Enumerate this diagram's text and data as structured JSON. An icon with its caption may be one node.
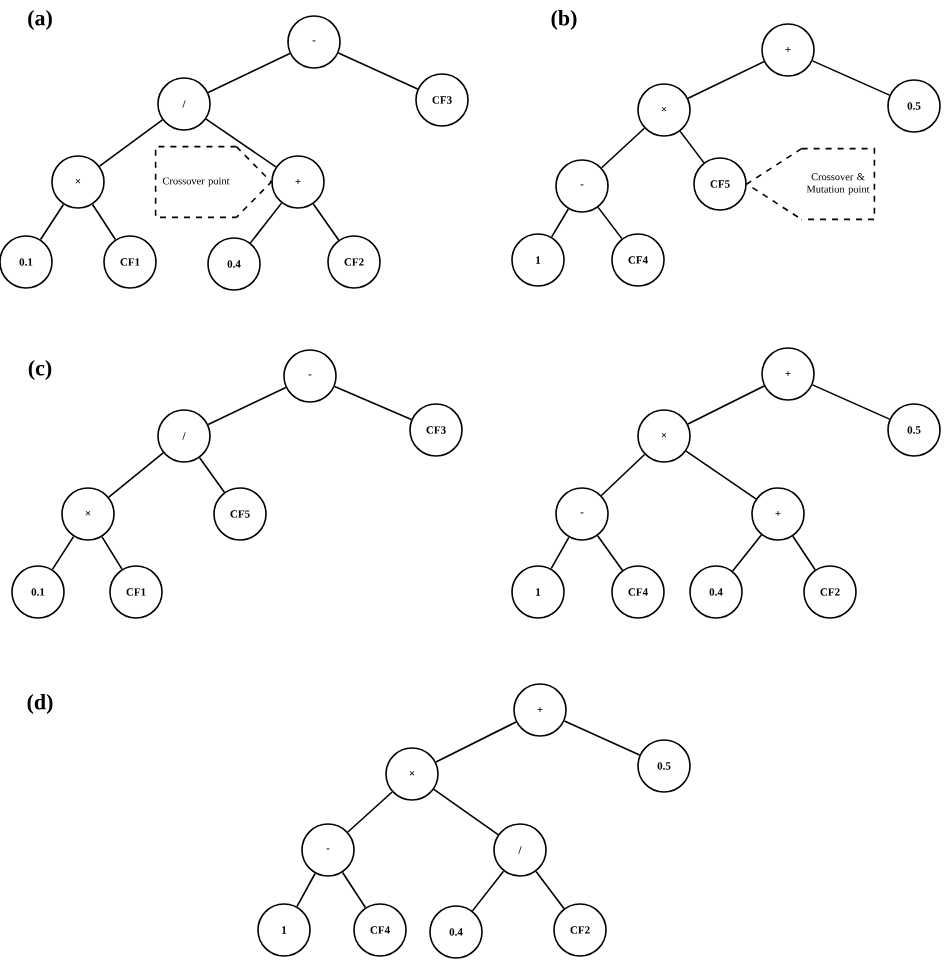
{
  "diagram": {
    "nodes": [
      {
        "text": [
          "-"
        ]
      },
      {
        "text": [
          "/"
        ]
      },
      {
        "text": [
          "CF3"
        ]
      },
      {
        "text": [
          "×"
        ]
      },
      {
        "text": [
          "+"
        ]
      },
      {
        "text": [
          "0.1"
        ]
      },
      {
        "text": [
          "CF1"
        ]
      },
      {
        "text": [
          "0.4"
        ]
      },
      {
        "text": [
          "CF2"
        ]
      },
      {
        "text": [
          "Crossover point"
        ]
      },
      {
        "text": [
          "+"
        ]
      },
      {
        "text": [
          "×"
        ]
      },
      {
        "text": [
          "0.5"
        ]
      },
      {
        "text": [
          "-"
        ]
      },
      {
        "text": [
          "CF5"
        ]
      },
      {
        "text": [
          "1"
        ]
      },
      {
        "text": [
          "CF4"
        ]
      },
      {
        "text": [
          "Crossover & Mutation point"
        ]
      },
      {
        "text": [
          "-"
        ]
      },
      {
        "text": [
          "/"
        ]
      },
      {
        "text": [
          "CF3"
        ]
      },
      {
        "text": [
          "×"
        ]
      },
      {
        "text": [
          "CF5"
        ]
      },
      {
        "text": [
          "0.1"
        ]
      },
      {
        "text": [
          "CF1"
        ]
      },
      {
        "text": [
          "+"
        ]
      },
      {
        "text": [
          "×"
        ]
      },
      {
        "text": [
          "0.5"
        ]
      },
      {
        "text": [
          "-"
        ]
      },
      {
        "text": [
          "+"
        ]
      },
      {
        "text": [
          "1"
        ]
      },
      {
        "text": [
          "CF4"
        ]
      },
      {
        "text": [
          "0.4"
        ]
      },
      {
        "text": [
          "CF2"
        ]
      },
      {
        "text": [
          "+"
        ]
      },
      {
        "text": [
          "×"
        ]
      },
      {
        "text": [
          "0.5"
        ]
      },
      {
        "text": [
          "-"
        ]
      },
      {
        "text": [
          "/"
        ]
      },
      {
        "text": [
          "1"
        ]
      },
      {
        "text": [
          "CF4"
        ]
      },
      {
        "text": [
          "0.4"
        ]
      },
      {
        "text": [
          "CF2"
        ]
      }
    ],
    "edges": [
      {
        "from": 0,
        "to": 1,
        "arrow": "none"
      },
      {
        "from": 0,
        "to": 2,
        "arrow": "none"
      },
      {
        "from": 1,
        "to": 3,
        "arrow": "none"
      },
      {
        "from": 1,
        "to": 4,
        "arrow": "none"
      },
      {
        "from": 3,
        "to": 5,
        "arrow": "none"
      },
      {
        "from": 3,
        "to": 6,
        "arrow": "none"
      },
      {
        "from": 4,
        "to": 7,
        "arrow": "none"
      },
      {
        "from": 4,
        "to": 8,
        "arrow": "none"
      },
      {
        "from": 9,
        "to": 4,
        "arrow": "none",
        "style": "dashed"
      },
      {
        "from": 10,
        "to": 11,
        "arrow": "none"
      },
      {
        "from": 10,
        "to": 12,
        "arrow": "none"
      },
      {
        "from": 11,
        "to": 13,
        "arrow": "none"
      },
      {
        "from": 11,
        "to": 14,
        "arrow": "none"
      },
      {
        "from": 13,
        "to": 15,
        "arrow": "none"
      },
      {
        "from": 13,
        "to": 16,
        "arrow": "none"
      },
      {
        "from": 17,
        "to": 14,
        "arrow": "none",
        "style": "dashed"
      },
      {
        "from": 18,
        "to": 19,
        "arrow": "none"
      },
      {
        "from": 18,
        "to": 20,
        "arrow": "none"
      },
      {
        "from": 19,
        "to": 21,
        "arrow": "none"
      },
      {
        "from": 19,
        "to": 22,
        "arrow": "none"
      },
      {
        "from": 21,
        "to": 23,
        "arrow": "none"
      },
      {
        "from": 21,
        "to": 24,
        "arrow": "none"
      },
      {
        "from": 25,
        "to": 26,
        "arrow": "none"
      },
      {
        "from": 25,
        "to": 27,
        "arrow": "none"
      },
      {
        "from": 26,
        "to": 28,
        "arrow": "none"
      },
      {
        "from": 26,
        "to": 29,
        "arrow": "none"
      },
      {
        "from": 28,
        "to": 30,
        "arrow": "none"
      },
      {
        "from": 28,
        "to": 31,
        "arrow": "none"
      },
      {
        "from": 29,
        "to": 32,
        "arrow": "none"
      },
      {
        "from": 29,
        "to": 33,
        "arrow": "none"
      },
      {
        "from": 34,
        "to": 35,
        "arrow": "none"
      },
      {
        "from": 34,
        "to": 36,
        "arrow": "none"
      },
      {
        "from": 35,
        "to": 37,
        "arrow": "none"
      },
      {
        "from": 35,
        "to": 38,
        "arrow": "none"
      },
      {
        "from": 37,
        "to": 39,
        "arrow": "none"
      },
      {
        "from": 37,
        "to": 40,
        "arrow": "none"
      },
      {
        "from": 38,
        "to": 41,
        "arrow": "none"
      },
      {
        "from": 38,
        "to": 42,
        "arrow": "none"
      }
    ],
    "labels": [
      "(a)",
      "(b)",
      "(c)",
      "(d)"
    ]
  }
}
